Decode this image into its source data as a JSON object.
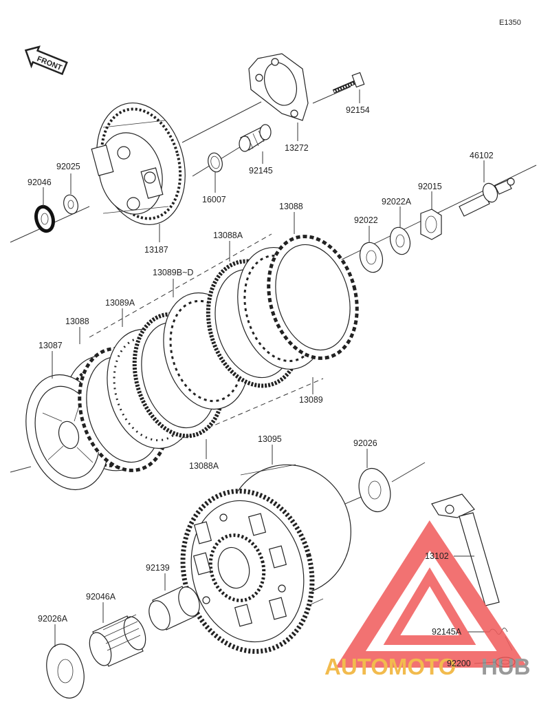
{
  "diagram": {
    "code": "E1350",
    "front_label": "FRONT",
    "watermark": {
      "brand_left": "AUTOMOTO",
      "brand_right": "HUB",
      "color_main": "#f05a5a",
      "color_accent": "#f0b030"
    },
    "parts": [
      {
        "id": "13087"
      },
      {
        "id": "13088"
      },
      {
        "id": "13088A"
      },
      {
        "id": "13089"
      },
      {
        "id": "13089A"
      },
      {
        "id": "13089B~D"
      },
      {
        "id": "13095"
      },
      {
        "id": "13102"
      },
      {
        "id": "13187"
      },
      {
        "id": "13272"
      },
      {
        "id": "16007"
      },
      {
        "id": "46102"
      },
      {
        "id": "92015"
      },
      {
        "id": "92022"
      },
      {
        "id": "92022A"
      },
      {
        "id": "92025"
      },
      {
        "id": "92026"
      },
      {
        "id": "92026A"
      },
      {
        "id": "92046"
      },
      {
        "id": "92046A"
      },
      {
        "id": "92139"
      },
      {
        "id": "92145"
      },
      {
        "id": "92145A"
      },
      {
        "id": "92154"
      },
      {
        "id": "92200"
      }
    ],
    "labels": [
      {
        "text": "92154",
        "part": "92154"
      },
      {
        "text": "13272",
        "part": "13272"
      },
      {
        "text": "92145",
        "part": "92145"
      },
      {
        "text": "16007",
        "part": "16007"
      },
      {
        "text": "92025",
        "part": "92025"
      },
      {
        "text": "92046",
        "part": "92046"
      },
      {
        "text": "13187",
        "part": "13187"
      },
      {
        "text": "46102",
        "part": "46102"
      },
      {
        "text": "92015",
        "part": "92015"
      },
      {
        "text": "92022A",
        "part": "92022A"
      },
      {
        "text": "92022",
        "part": "92022"
      },
      {
        "text": "13088",
        "part": "13088"
      },
      {
        "text": "13088A",
        "part": "13088A"
      },
      {
        "text": "13089B~D",
        "part": "13089B~D"
      },
      {
        "text": "13089A",
        "part": "13089A"
      },
      {
        "text": "13088",
        "part": "13088"
      },
      {
        "text": "13087",
        "part": "13087"
      },
      {
        "text": "13089",
        "part": "13089"
      },
      {
        "text": "13088A",
        "part": "13088A"
      },
      {
        "text": "13095",
        "part": "13095"
      },
      {
        "text": "92026",
        "part": "92026"
      },
      {
        "text": "13102",
        "part": "13102"
      },
      {
        "text": "92139",
        "part": "92139"
      },
      {
        "text": "92046A",
        "part": "92046A"
      },
      {
        "text": "92026A",
        "part": "92026A"
      },
      {
        "text": "92145A",
        "part": "92145A"
      },
      {
        "text": "92200",
        "part": "92200"
      }
    ]
  }
}
